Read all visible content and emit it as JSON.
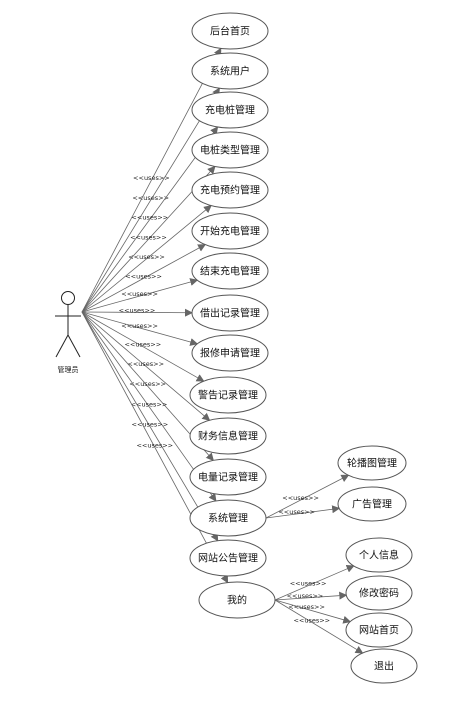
{
  "actor": {
    "label": "管理员"
  },
  "stereotype": "<<uses>>",
  "use_cases": [
    {
      "id": "uc0",
      "label": "后台首页"
    },
    {
      "id": "uc1",
      "label": "系统用户"
    },
    {
      "id": "uc2",
      "label": "充电桩管理"
    },
    {
      "id": "uc3",
      "label": "电桩类型管理"
    },
    {
      "id": "uc4",
      "label": "充电预约管理"
    },
    {
      "id": "uc5",
      "label": "开始充电管理"
    },
    {
      "id": "uc6",
      "label": "结束充电管理"
    },
    {
      "id": "uc7",
      "label": "借出记录管理"
    },
    {
      "id": "uc8",
      "label": "报修申请管理"
    },
    {
      "id": "uc9",
      "label": "警告记录管理"
    },
    {
      "id": "uc10",
      "label": "财务信息管理"
    },
    {
      "id": "uc11",
      "label": "电量记录管理"
    },
    {
      "id": "uc12",
      "label": "系统管理"
    },
    {
      "id": "uc13",
      "label": "网站公告管理"
    },
    {
      "id": "uc14",
      "label": "我的"
    },
    {
      "id": "uc15",
      "label": "轮播图管理"
    },
    {
      "id": "uc16",
      "label": "广告管理"
    },
    {
      "id": "uc17",
      "label": "个人信息"
    },
    {
      "id": "uc18",
      "label": "修改密码"
    },
    {
      "id": "uc19",
      "label": "网站首页"
    },
    {
      "id": "uc20",
      "label": "退出"
    }
  ],
  "associations": [
    {
      "from": "actor",
      "to": "uc0"
    },
    {
      "from": "actor",
      "to": "uc1"
    },
    {
      "from": "actor",
      "to": "uc2"
    },
    {
      "from": "actor",
      "to": "uc3"
    },
    {
      "from": "actor",
      "to": "uc4"
    },
    {
      "from": "actor",
      "to": "uc5"
    },
    {
      "from": "actor",
      "to": "uc6"
    },
    {
      "from": "actor",
      "to": "uc7"
    },
    {
      "from": "actor",
      "to": "uc8"
    },
    {
      "from": "actor",
      "to": "uc9"
    },
    {
      "from": "actor",
      "to": "uc10"
    },
    {
      "from": "actor",
      "to": "uc11"
    },
    {
      "from": "actor",
      "to": "uc12"
    },
    {
      "from": "actor",
      "to": "uc13"
    },
    {
      "from": "actor",
      "to": "uc14"
    },
    {
      "from": "uc12",
      "to": "uc15"
    },
    {
      "from": "uc12",
      "to": "uc16"
    },
    {
      "from": "uc14",
      "to": "uc17"
    },
    {
      "from": "uc14",
      "to": "uc18"
    },
    {
      "from": "uc14",
      "to": "uc19"
    },
    {
      "from": "uc14",
      "to": "uc20"
    }
  ]
}
